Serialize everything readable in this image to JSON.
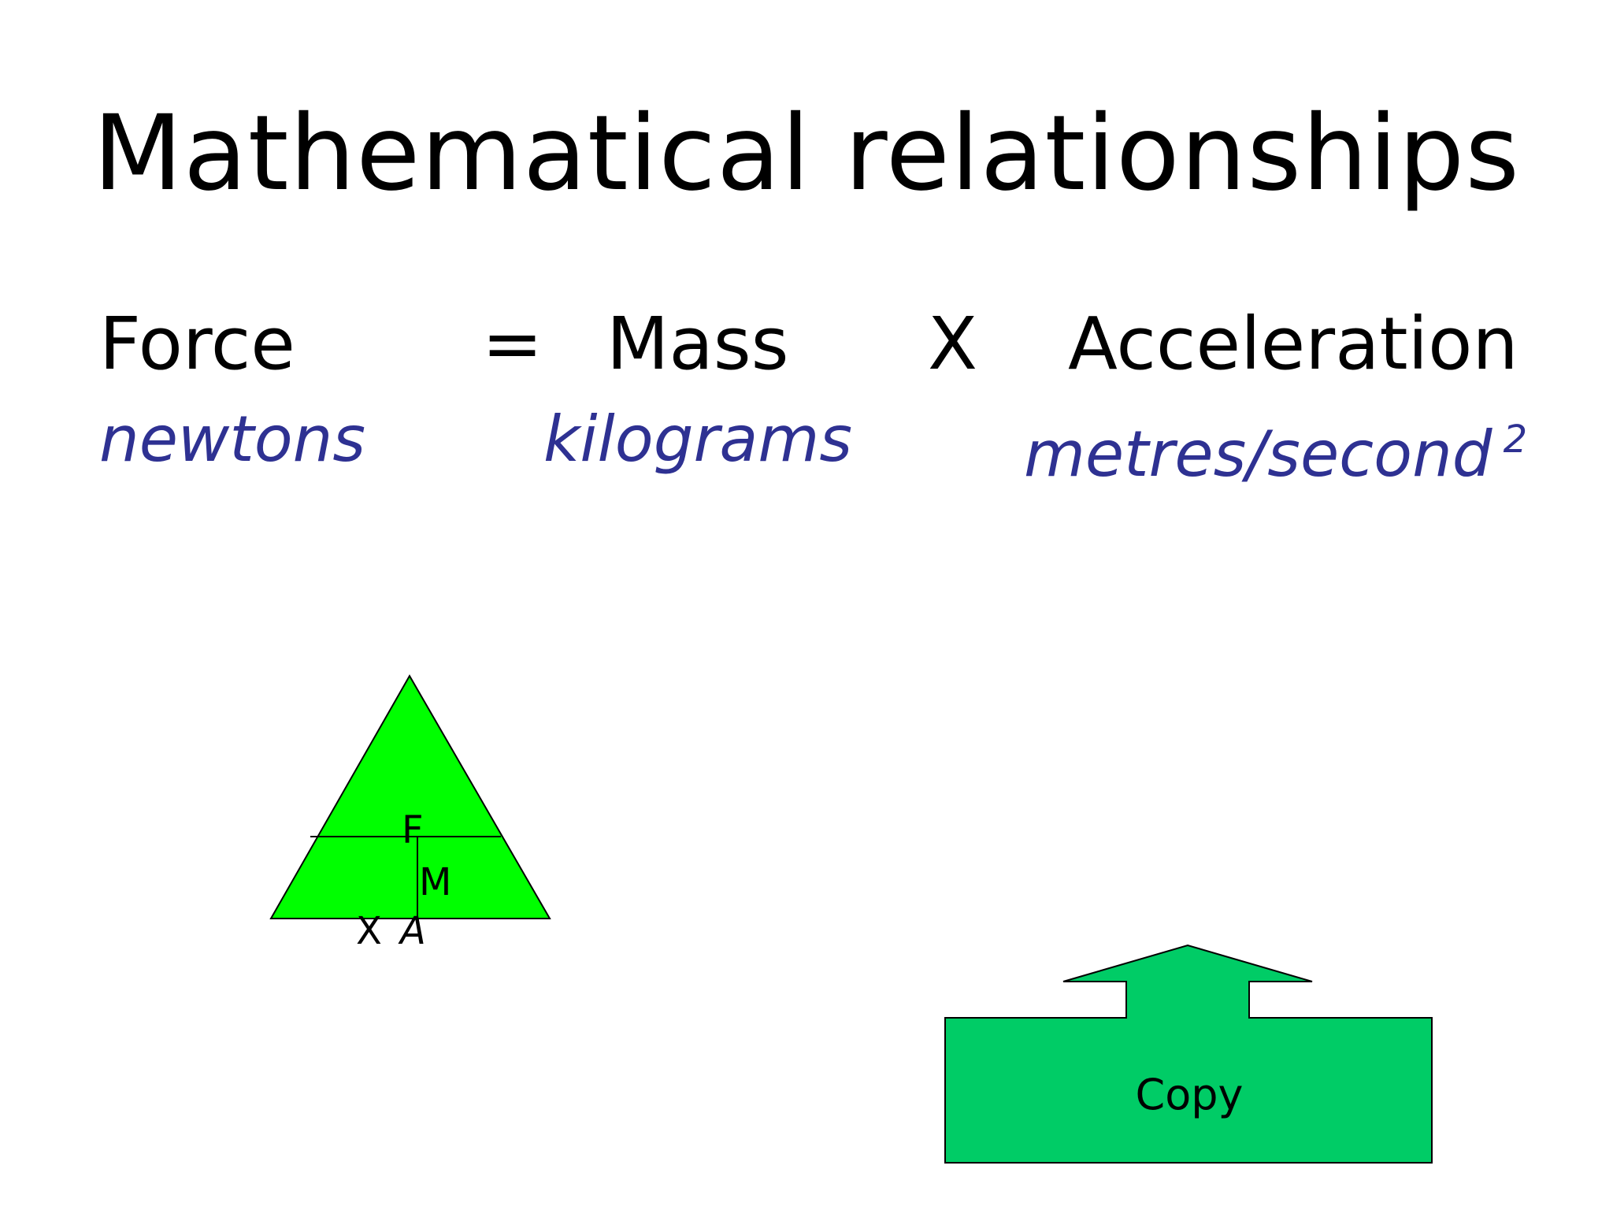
{
  "slide": {
    "title": "Mathematical relationships",
    "equation": {
      "force": "Force",
      "equals": "=",
      "mass": "Mass",
      "times": "X",
      "acceleration": "Acceleration"
    },
    "units": {
      "force": "newtons",
      "mass": "kilograms",
      "acceleration": "metres/second",
      "acceleration_power": "2"
    },
    "triangle": {
      "top": "F",
      "left_bottom": "M",
      "times": "X",
      "right_bottom": "A",
      "fill_color": "#00ff00"
    },
    "copy_button": {
      "label": "Copy",
      "fill_color": "#00cc66"
    }
  }
}
